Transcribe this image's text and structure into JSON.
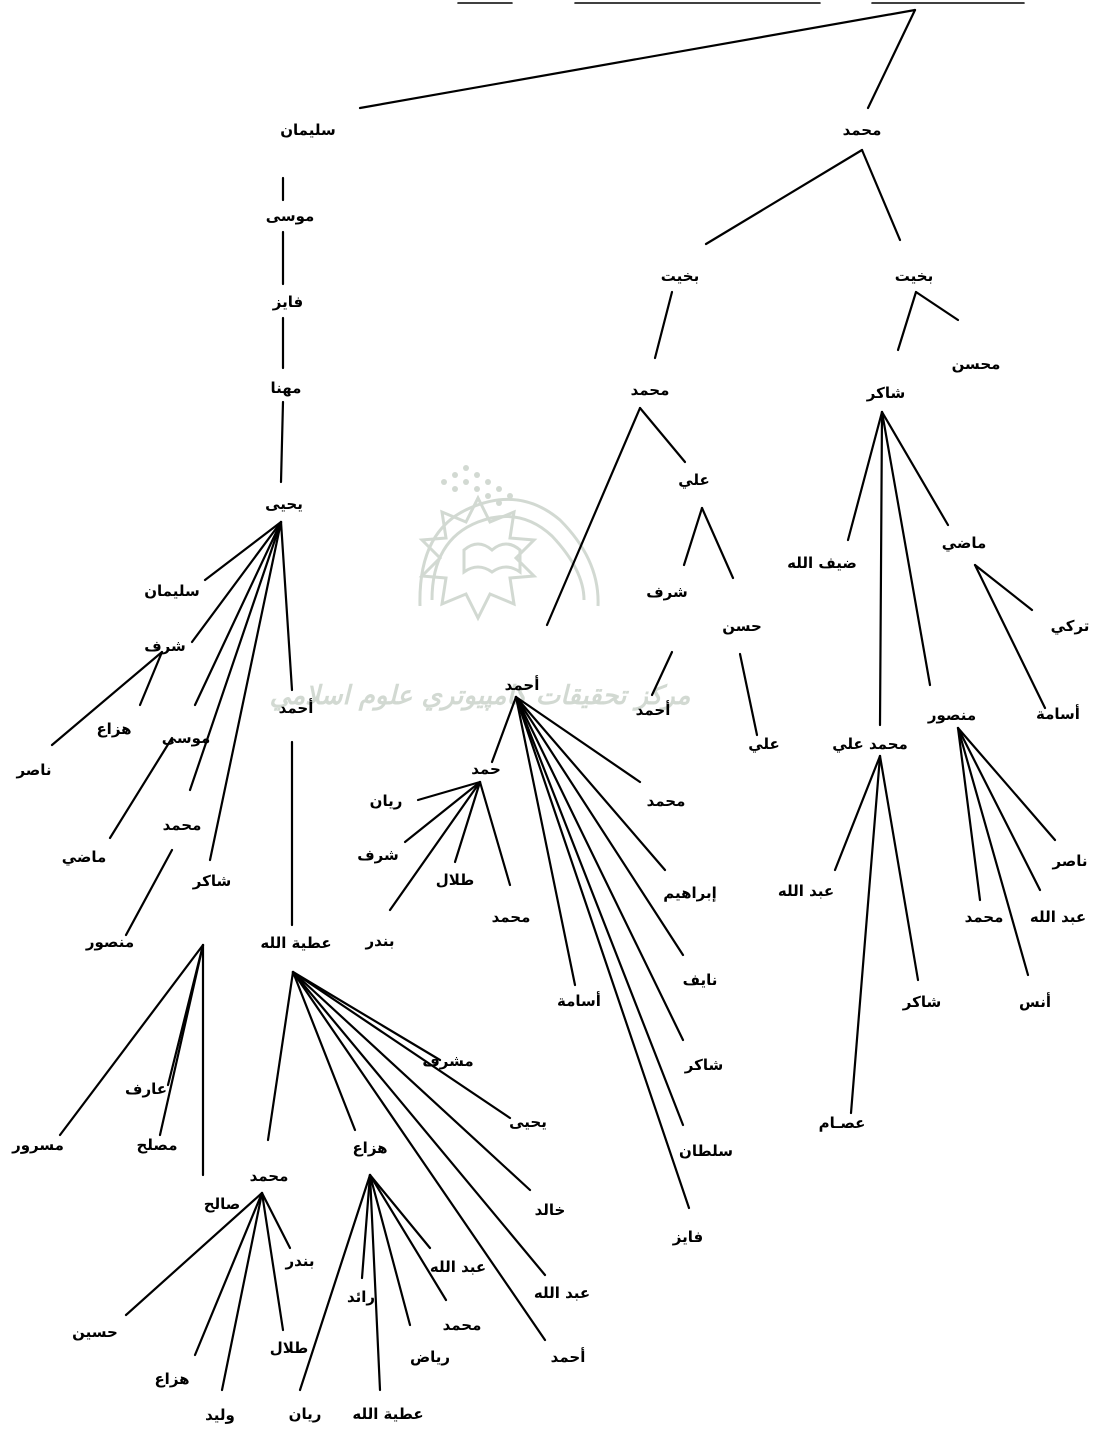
{
  "tree": {
    "names": {
      "root_left": "سليمان",
      "root_right": "محمد",
      "musa": "موسى",
      "fayez": "فايز",
      "mahna": "مهنا",
      "yahya": "يحيى",
      "y_sulaiman": "سليمان",
      "y_sharaf": "شرف",
      "nasser1": "ناصر",
      "hazza1": "هزاع",
      "y_musa": "موسى",
      "madi1": "ماضي",
      "y_mohammed": "محمد",
      "mansour1": "منصور",
      "y_shaker": "شاكر",
      "masrour": "مسرور",
      "aref": "عارف",
      "muslih": "مصلح",
      "saleh": "صالح",
      "y_ahmed": "أحمد",
      "atiyatallah": "عطية الله",
      "a_mohammed": "محمد",
      "husain": "حسين",
      "hazza2": "هزاع",
      "walid": "وليد",
      "talal1": "طلال",
      "bandar1": "بندر",
      "a_hazza": "هزاع",
      "rayan1": "ريان",
      "atiyatallah2": "عطية الله",
      "raed": "رائد",
      "riyadh": "رياض",
      "h_mohammed": "محمد",
      "h_abdullah": "عبد الله",
      "ahmed_b": "أحمد",
      "abdullah_b": "عبد الله",
      "khaled": "خالد",
      "yahya2": "يحيى",
      "mushrif": "مشرف",
      "bakheet_l": "بخيت",
      "m_mohammed": "محمد",
      "ali": "علي",
      "sharaf2": "شرف",
      "ahmed_s": "أحمد",
      "hasan": "حسن",
      "ali2": "علي",
      "ahmed_c": "أحمد",
      "hamad": "حمد",
      "rayan2": "ريان",
      "sharaf3": "شرف",
      "talal2": "طلال",
      "bandar2": "بندر",
      "hamad_mohammed": "محمد",
      "c_mohammed": "محمد",
      "ibrahim": "إبراهيم",
      "nayef": "نايف",
      "shaker3": "شاكر",
      "sultan": "سلطان",
      "fayez2": "فايز",
      "usama1": "أسامة",
      "bakheet_r": "بخيت",
      "muhsin": "محسن",
      "shaker_r": "شاكر",
      "madi_r": "ماضي",
      "turki": "تركي",
      "usama_r": "أسامة",
      "dhaifallah": "ضيف الله",
      "mansour_r": "منصور",
      "nasser_r": "ناصر",
      "abdullah_r": "عبد الله",
      "mohammed_r": "محمد",
      "anas": "أنس",
      "mohammed_ali": "محمد علي",
      "abdullah_ma": "عبد الله",
      "shaker_ma": "شاكر",
      "essam": "عصـام"
    },
    "watermark_text": "مركز تحقيقات كامپيوتري علوم اسلامي"
  }
}
